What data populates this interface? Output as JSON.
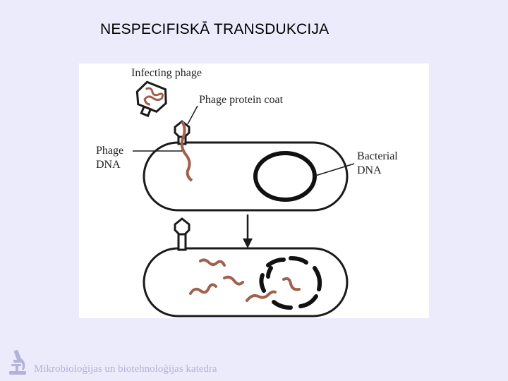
{
  "slide": {
    "title": "NESPECIFISKĀ TRANSDUKCIJA"
  },
  "diagram": {
    "labels": {
      "infecting_phage": "Infecting phage",
      "phage_protein_coat": "Phage protein coat",
      "phage_dna_line1": "Phage",
      "phage_dna_line2": "DNA",
      "bacterial_dna_line1": "Bacterial",
      "bacterial_dna_line2": "DNA"
    },
    "colors": {
      "outline": "#1a1a1a",
      "phage_dna": "#a0604c",
      "panel": "#ffffff",
      "background": "#ecebfb"
    }
  },
  "footer": {
    "text": "Mikrobioloģijas un biotehnoloģijas katedra",
    "icon": "microscope-icon",
    "color": "#b3b2d8"
  }
}
